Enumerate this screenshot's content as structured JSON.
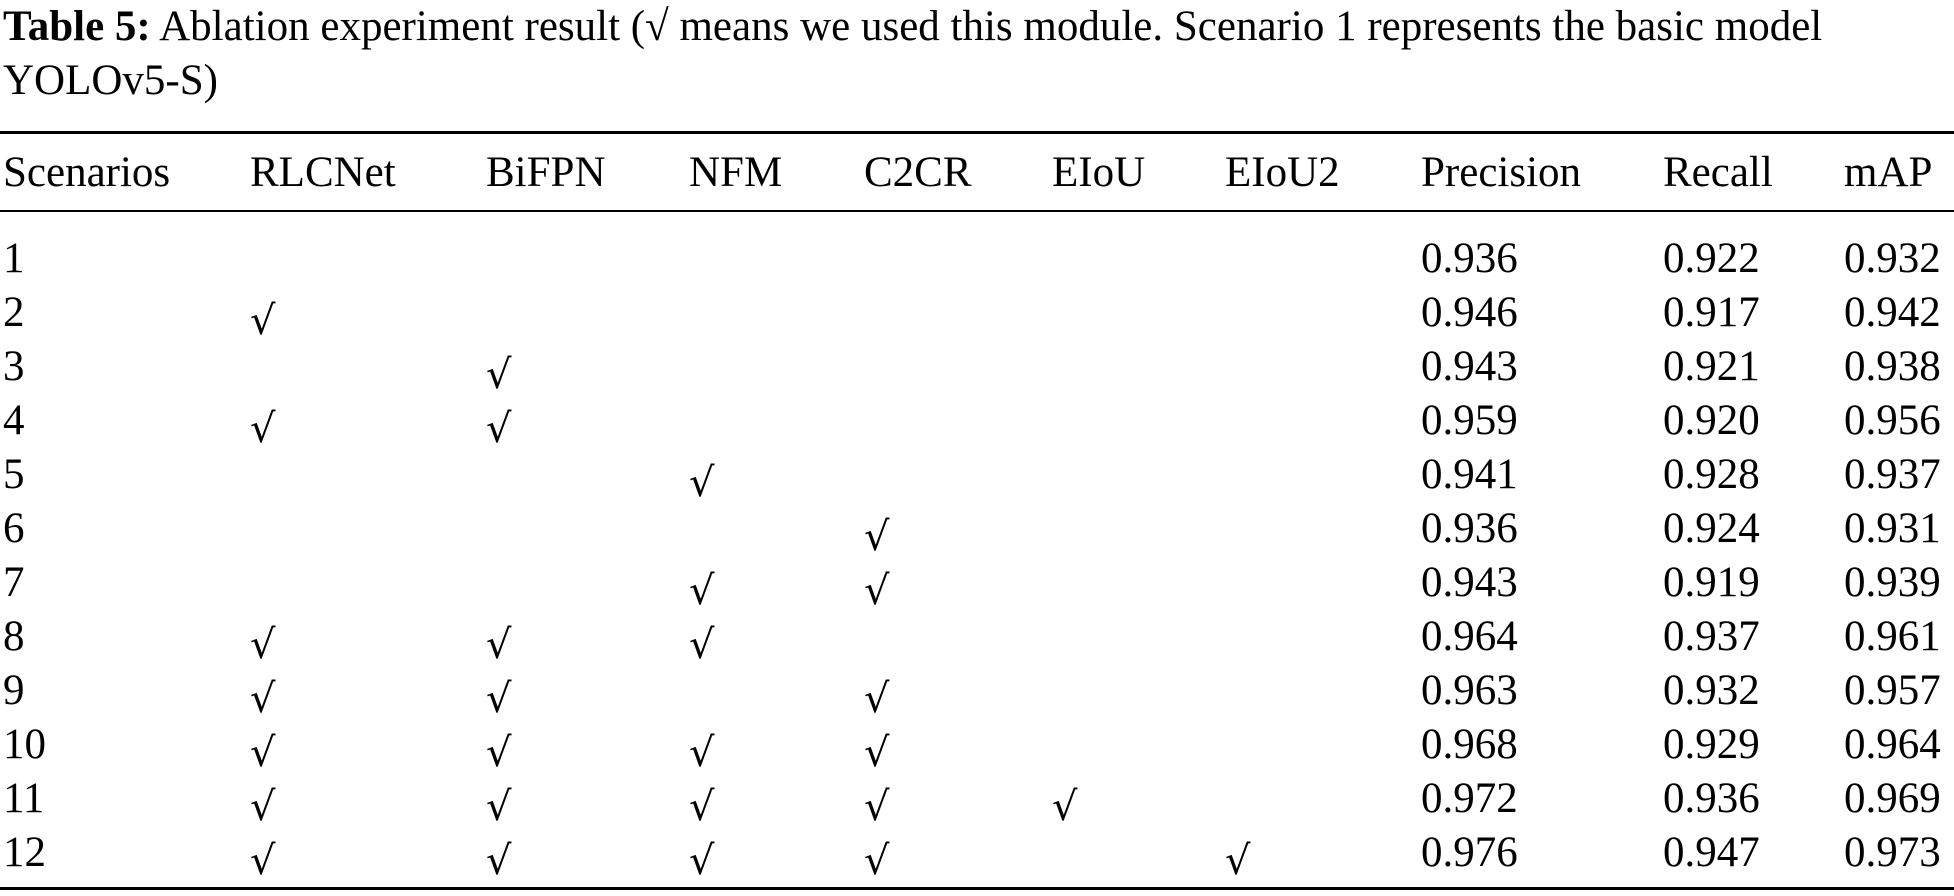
{
  "caption": {
    "label": "Table 5:",
    "text": " Ablation experiment result (√ means we used this module. Scenario 1 represents the basic model YOLOv5-S)"
  },
  "table": {
    "check_symbol": "√",
    "headers": [
      "Scenarios",
      "RLCNet",
      "BiFPN",
      "NFM",
      "C2CR",
      "EIoU",
      "EIoU2",
      "Precision",
      "Recall",
      "mAP"
    ],
    "rows": [
      [
        "1",
        "",
        "",
        "",
        "",
        "",
        "",
        "0.936",
        "0.922",
        "0.932"
      ],
      [
        "2",
        "√",
        "",
        "",
        "",
        "",
        "",
        "0.946",
        "0.917",
        "0.942"
      ],
      [
        "3",
        "",
        "√",
        "",
        "",
        "",
        "",
        "0.943",
        "0.921",
        "0.938"
      ],
      [
        "4",
        "√",
        "√",
        "",
        "",
        "",
        "",
        "0.959",
        "0.920",
        "0.956"
      ],
      [
        "5",
        "",
        "",
        "√",
        "",
        "",
        "",
        "0.941",
        "0.928",
        "0.937"
      ],
      [
        "6",
        "",
        "",
        "",
        "√",
        "",
        "",
        "0.936",
        "0.924",
        "0.931"
      ],
      [
        "7",
        "",
        "",
        "√",
        "√",
        "",
        "",
        "0.943",
        "0.919",
        "0.939"
      ],
      [
        "8",
        "√",
        "√",
        "√",
        "",
        "",
        "",
        "0.964",
        "0.937",
        "0.961"
      ],
      [
        "9",
        "√",
        "√",
        "",
        "√",
        "",
        "",
        "0.963",
        "0.932",
        "0.957"
      ],
      [
        "10",
        "√",
        "√",
        "√",
        "√",
        "",
        "",
        "0.968",
        "0.929",
        "0.964"
      ],
      [
        "11",
        "√",
        "√",
        "√",
        "√",
        "√",
        "",
        "0.972",
        "0.936",
        "0.969"
      ],
      [
        "12",
        "√",
        "√",
        "√",
        "√",
        "",
        "√",
        "0.976",
        "0.947",
        "0.973"
      ]
    ]
  }
}
